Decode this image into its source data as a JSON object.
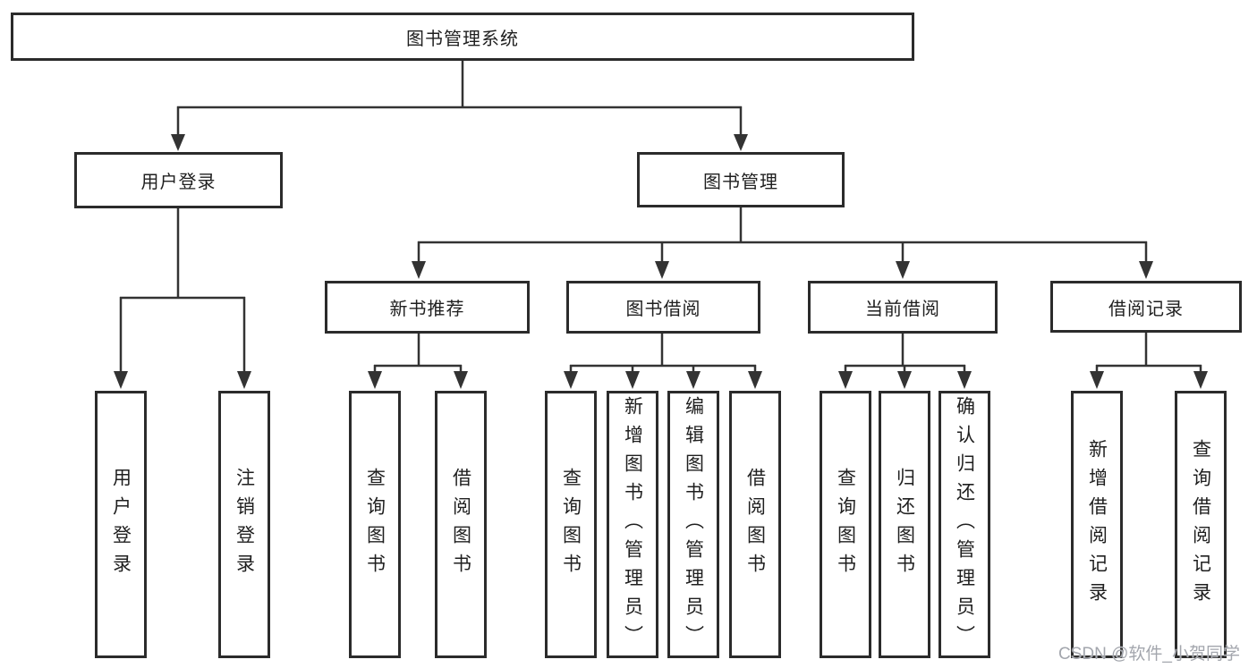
{
  "title": "图书管理系统",
  "tree": {
    "root": {
      "label": "图书管理系统"
    },
    "branches": [
      {
        "label": "用户登录",
        "children": [
          {
            "label": "用户登录"
          },
          {
            "label": "注销登录"
          }
        ]
      },
      {
        "label": "图书管理",
        "children": [
          {
            "label": "新书推荐",
            "children": [
              {
                "label": "查询图书"
              },
              {
                "label": "借阅图书"
              }
            ]
          },
          {
            "label": "图书借阅",
            "children": [
              {
                "label": "查询图书"
              },
              {
                "label": "新增图书（管理员）"
              },
              {
                "label": "编辑图书（管理员）"
              },
              {
                "label": "借阅图书"
              }
            ]
          },
          {
            "label": "当前借阅",
            "children": [
              {
                "label": "查询图书"
              },
              {
                "label": "归还图书"
              },
              {
                "label": "确认归还（管理员）"
              }
            ]
          },
          {
            "label": "借阅记录",
            "children": [
              {
                "label": "新增借阅记录"
              },
              {
                "label": "查询借阅记录"
              }
            ]
          }
        ]
      }
    ]
  },
  "watermark": "CSDN @软件_小贺同学",
  "colors": {
    "line": "#333333",
    "box_border": "#2b2b2b",
    "text": "#1f1f1f",
    "background": "#ffffff",
    "watermark": "#a3a6ad"
  }
}
